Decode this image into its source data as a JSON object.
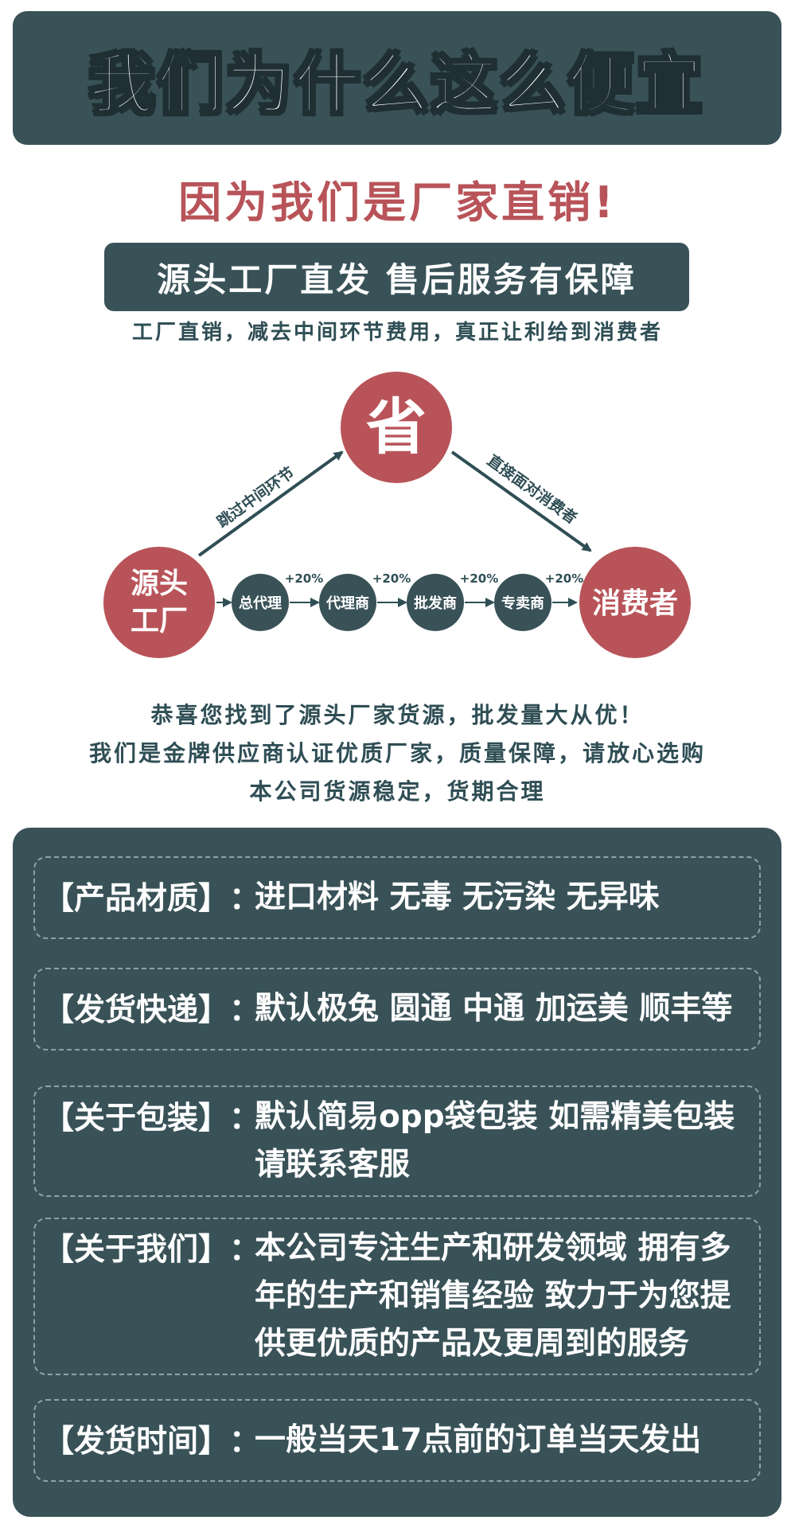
{
  "header": {
    "title": "我们为什么这么便宜"
  },
  "headline": "因为我们是厂家直销!",
  "guarantee": "源头工厂直发  售后服务有保障",
  "factory_desc": "工厂直销，减去中间环节费用，真正让利给到消费者",
  "diagram": {
    "top_node": "省",
    "source_node": [
      "源头",
      "工厂"
    ],
    "consumer_node": "消费者",
    "arrow_left_label": "跳过中间环节",
    "arrow_right_label": "直接面对消费者",
    "middle_nodes": [
      "总代理",
      "代理商",
      "批发商",
      "专卖商"
    ],
    "markup_label": "+20%",
    "colors": {
      "red": "#b85459",
      "dark": "#395258",
      "arrow": "#2f4e55"
    }
  },
  "info_lines": [
    "恭喜您找到了源头厂家货源，批发量大从优！",
    "我们是金牌供应商认证优质厂家，质量保障，请放心选购",
    "本公司货源稳定，货期合理"
  ],
  "details": [
    {
      "label": "【产品材质】",
      "value": "进口材料  无毒  无污染  无异味"
    },
    {
      "label": "【发货快递】",
      "value": "默认极兔  圆通  中通  加运美  顺丰等"
    },
    {
      "label": "【关于包装】",
      "value": "默认简易opp袋包装  如需精美包装请联系客服"
    },
    {
      "label": "【关于我们】",
      "value": "本公司专注生产和研发领域  拥有多年的生产和销售经验  致力于为您提供更优质的产品及更周到的服务"
    },
    {
      "label": "【发货时间】",
      "value": "一般当天17点前的订单当天发出"
    }
  ],
  "colon": "："
}
